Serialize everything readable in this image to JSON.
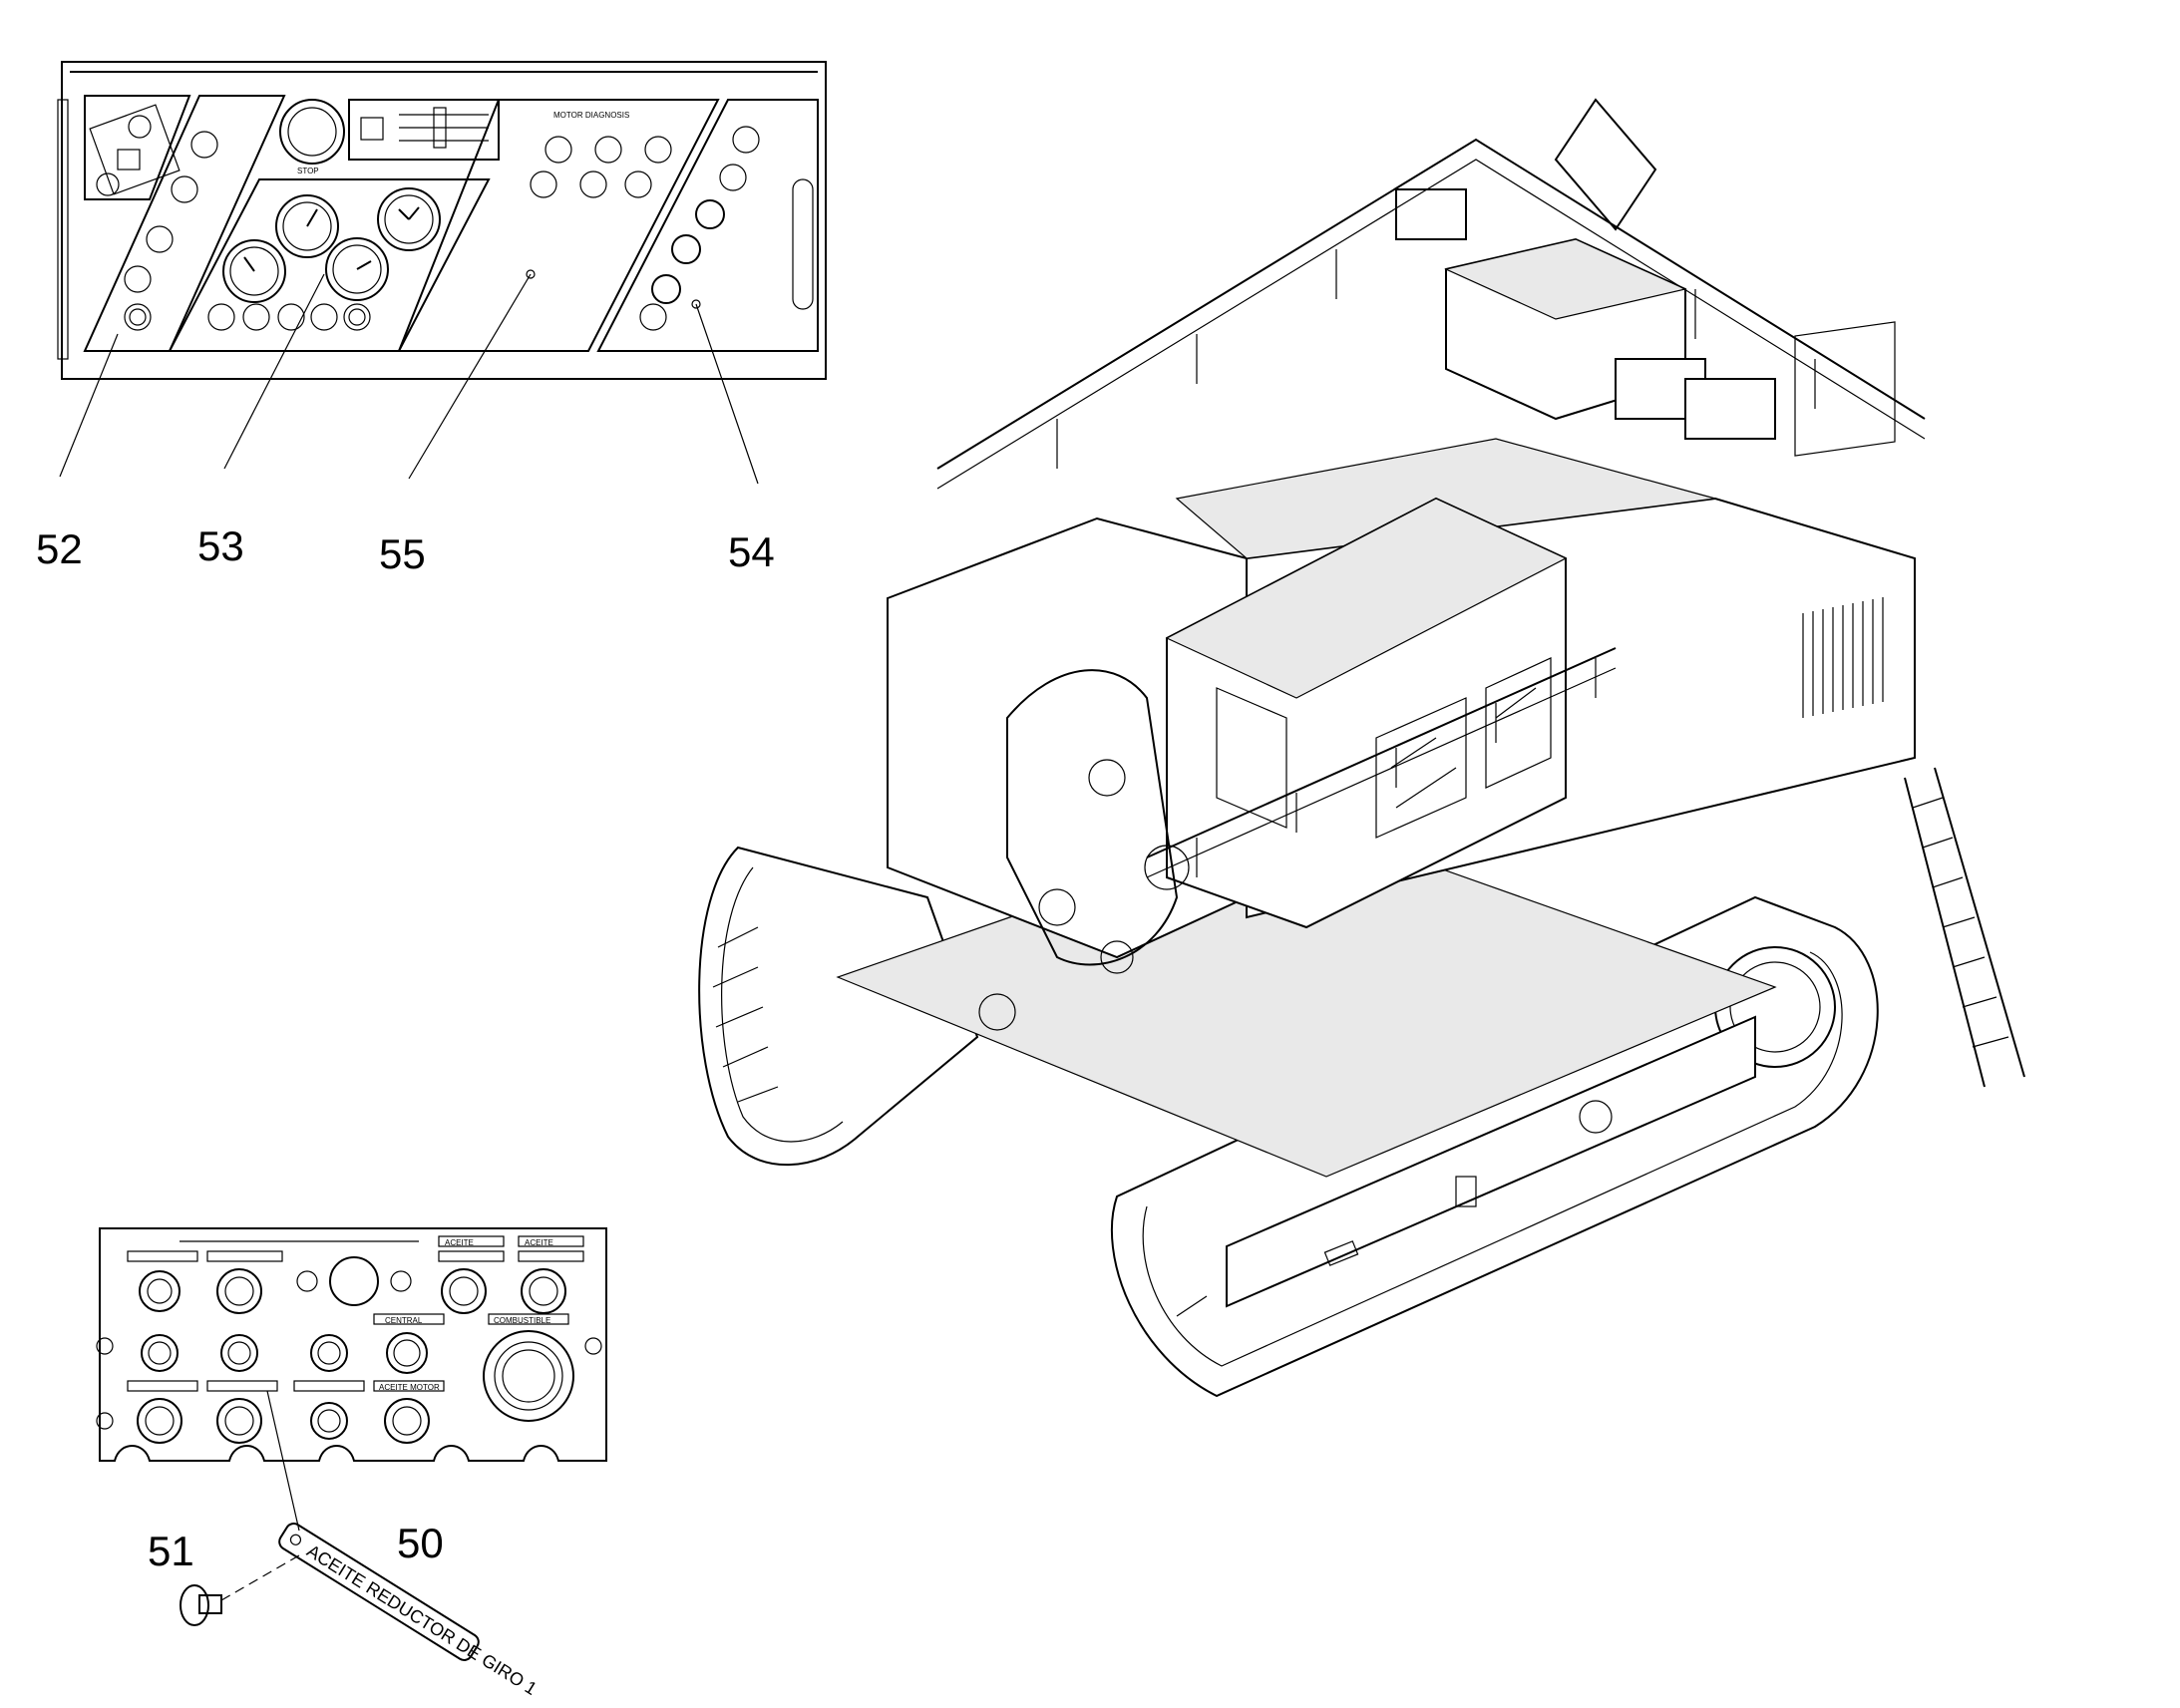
{
  "callouts": {
    "c52": "52",
    "c53": "53",
    "c55": "55",
    "c54": "54",
    "c51": "51",
    "c50": "50"
  },
  "panel_top": {
    "motor_diagnosis_header": "MOTOR DIAGNOSIS",
    "stop_label": "STOP"
  },
  "panel_bottom": {
    "labels_row1": [
      "ACEITE",
      "ACEITE"
    ],
    "labels_row2": [
      "CENTRAL",
      "COMBUSTIBLE"
    ],
    "labels_row3": [
      "ACEITE MOTOR"
    ]
  },
  "nameplate_text": "ACEITE REDUCTOR DE GIRO 1",
  "colors": {
    "line": "#000000",
    "background": "#ffffff"
  }
}
